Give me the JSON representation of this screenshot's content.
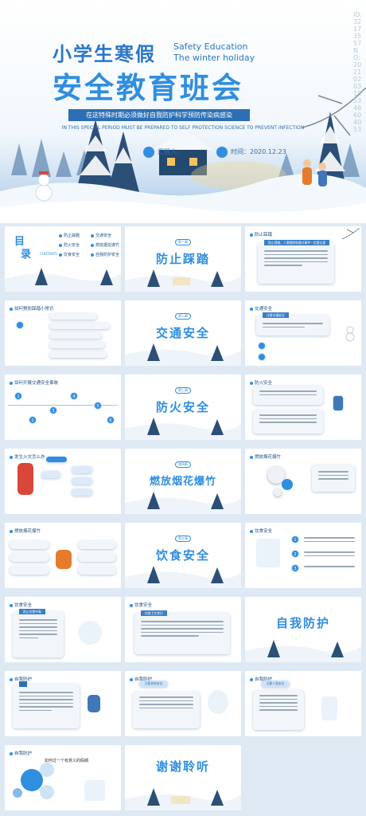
{
  "hero": {
    "title_line1": "小学生寒假",
    "title_en_1": "Safety Education",
    "title_en_2": "The winter holiday",
    "title_line2": "安全教育班会",
    "subtitle_cn": "在这特殊时期必须做好自我防护科学预防传染病感染",
    "subtitle_en": "IN THIS SPECIAL PERIOD MUST BE PREPARED TO SELF PROTECTION SCIENCE TO PREVENT INFECTION",
    "reporter_label": "汇报人：",
    "time_label": "时间：",
    "date": "2020.12.23",
    "watermark": "ID:32173557 NO:20210203185346604053"
  },
  "toc": {
    "title_1": "目",
    "title_2": "录",
    "contents": "CONTENTS",
    "items": [
      "防止踩踏",
      "交通安全",
      "防火安全",
      "燃放烟花爆竹",
      "饮食安全",
      "自我防护安全"
    ]
  },
  "slides": {
    "s1_title": "防止踩踏",
    "s1_tag": "第一章",
    "s2_head": "防止踩踏",
    "s2_label": "防止踩踏，人潮拥挤和意外事件一定要注意",
    "s3_head": "如何预防踩踏小常识",
    "s4_title": "交通安全",
    "s4_tag": "第二章",
    "s5_head": "交通安全",
    "s5_label": "注意交通安全",
    "s6_head": "如何开展交通安全事故",
    "s6_nums": [
      "1",
      "2",
      "3",
      "4",
      "5",
      "6"
    ],
    "s7_title": "防火安全",
    "s7_tag": "第三章",
    "s8_head": "防火安全",
    "s9_head": "发生火灾怎么办",
    "s10_title": "燃放烟花爆竹",
    "s10_tag": "第四章",
    "s11_head": "燃放烟花爆竹",
    "s12_head": "燃放烟花爆竹",
    "s13_title": "饮食安全",
    "s13_tag": "第五章",
    "s14_head": "饮食安全",
    "s14_nums": [
      "1",
      "2",
      "3"
    ],
    "s15_head": "饮食安全",
    "s15_label": "防止饮食中毒",
    "s16_head": "饮食安全",
    "s16_label": "饮食卫生常识",
    "s17_title": "自我防护",
    "s18_head": "自我防护",
    "s19_head": "自我防护",
    "s19_label": "注意身体安全",
    "s20_head": "自我防护",
    "s20_label": "注意人身安全",
    "s21_head": "自我防护",
    "s21_sub": "如何过一个有意义的假期",
    "s22_title": "谢谢聆听"
  },
  "colors": {
    "primary": "#2f8ee0",
    "dark": "#2d6fb3",
    "snow": "#eef4fa"
  }
}
